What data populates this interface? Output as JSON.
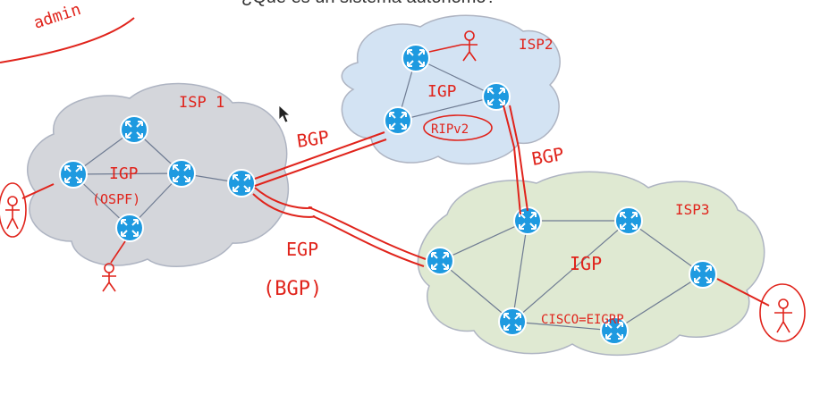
{
  "title": "¿Qué es un sistema autónomo?",
  "scribble_top": "admin",
  "clouds": [
    {
      "id": "isp1",
      "label": "ISP 1",
      "fill": "#d4d6db"
    },
    {
      "id": "isp2",
      "label": "ISP2",
      "fill": "#d3e3f3"
    },
    {
      "id": "isp3",
      "label": "ISP3",
      "fill": "#dfe9d2"
    }
  ],
  "annotations": {
    "isp1_igp": "IGP",
    "isp1_proto": "(OSPF)",
    "isp2_igp": "IGP",
    "isp2_proto": "RIPv2",
    "isp3_igp": "IGP",
    "isp3_proto": "CISCO=EIGRP",
    "bgp_1_2": "BGP",
    "bgp_2_3": "BGP",
    "egp": "EGP",
    "egp_bgp": "(BGP)"
  },
  "colors": {
    "annotation": "#e0231b",
    "router": "#1e9ae0",
    "link": "#6e7b92"
  }
}
